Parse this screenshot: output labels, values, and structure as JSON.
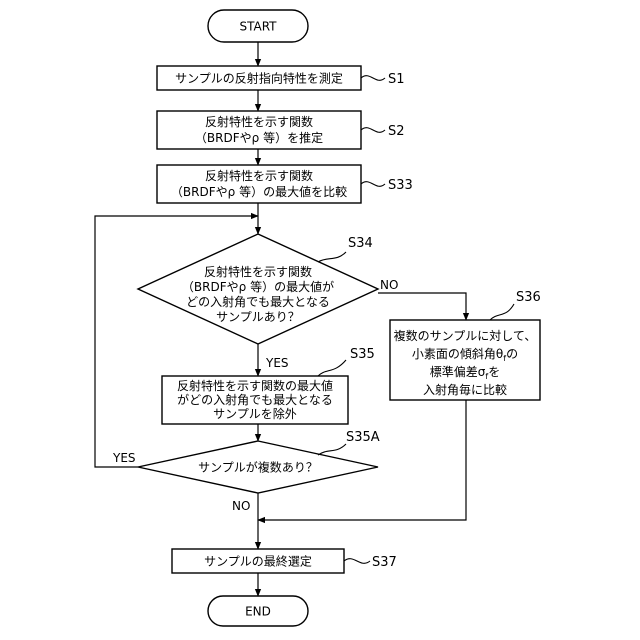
{
  "flowchart": {
    "start": "START",
    "end": "END",
    "s1": {
      "text": "サンプルの反射指向特性を測定",
      "label": "S1"
    },
    "s2": {
      "line1": "反射特性を示す関数",
      "line2": "（BRDFやρ 等）を推定",
      "label": "S2"
    },
    "s33": {
      "line1": "反射特性を示す関数",
      "line2": "（BRDFやρ 等）の最大値を比較",
      "label": "S33"
    },
    "s34": {
      "line1": "反射特性を示す関数",
      "line2": "（BRDFやρ 等）の最大値が",
      "line3": "どの入射角でも最大となる",
      "line4": "サンプルあり？",
      "label": "S34",
      "no_label": "NO",
      "yes_label": "YES"
    },
    "s35": {
      "line1": "反射特性を示す関数の最大値",
      "line2": "がどの入射角でも最大となる",
      "line3": "サンプルを除外",
      "label": "S35"
    },
    "s35a": {
      "text": "サンプルが複数あり？",
      "label": "S35A",
      "yes_label": "YES",
      "no_label": "NO"
    },
    "s36": {
      "line1": "複数のサンプルに対して、",
      "line2": "小素面の傾斜角θ",
      "line2_sub": "f",
      "line2_end": "の",
      "line3": "標準偏差σ",
      "line3_sub": "f",
      "line3_end": "を",
      "line4": "入射角毎に比較",
      "label": "S36"
    },
    "s37": {
      "text": "サンプルの最終選定",
      "label": "S37"
    }
  }
}
